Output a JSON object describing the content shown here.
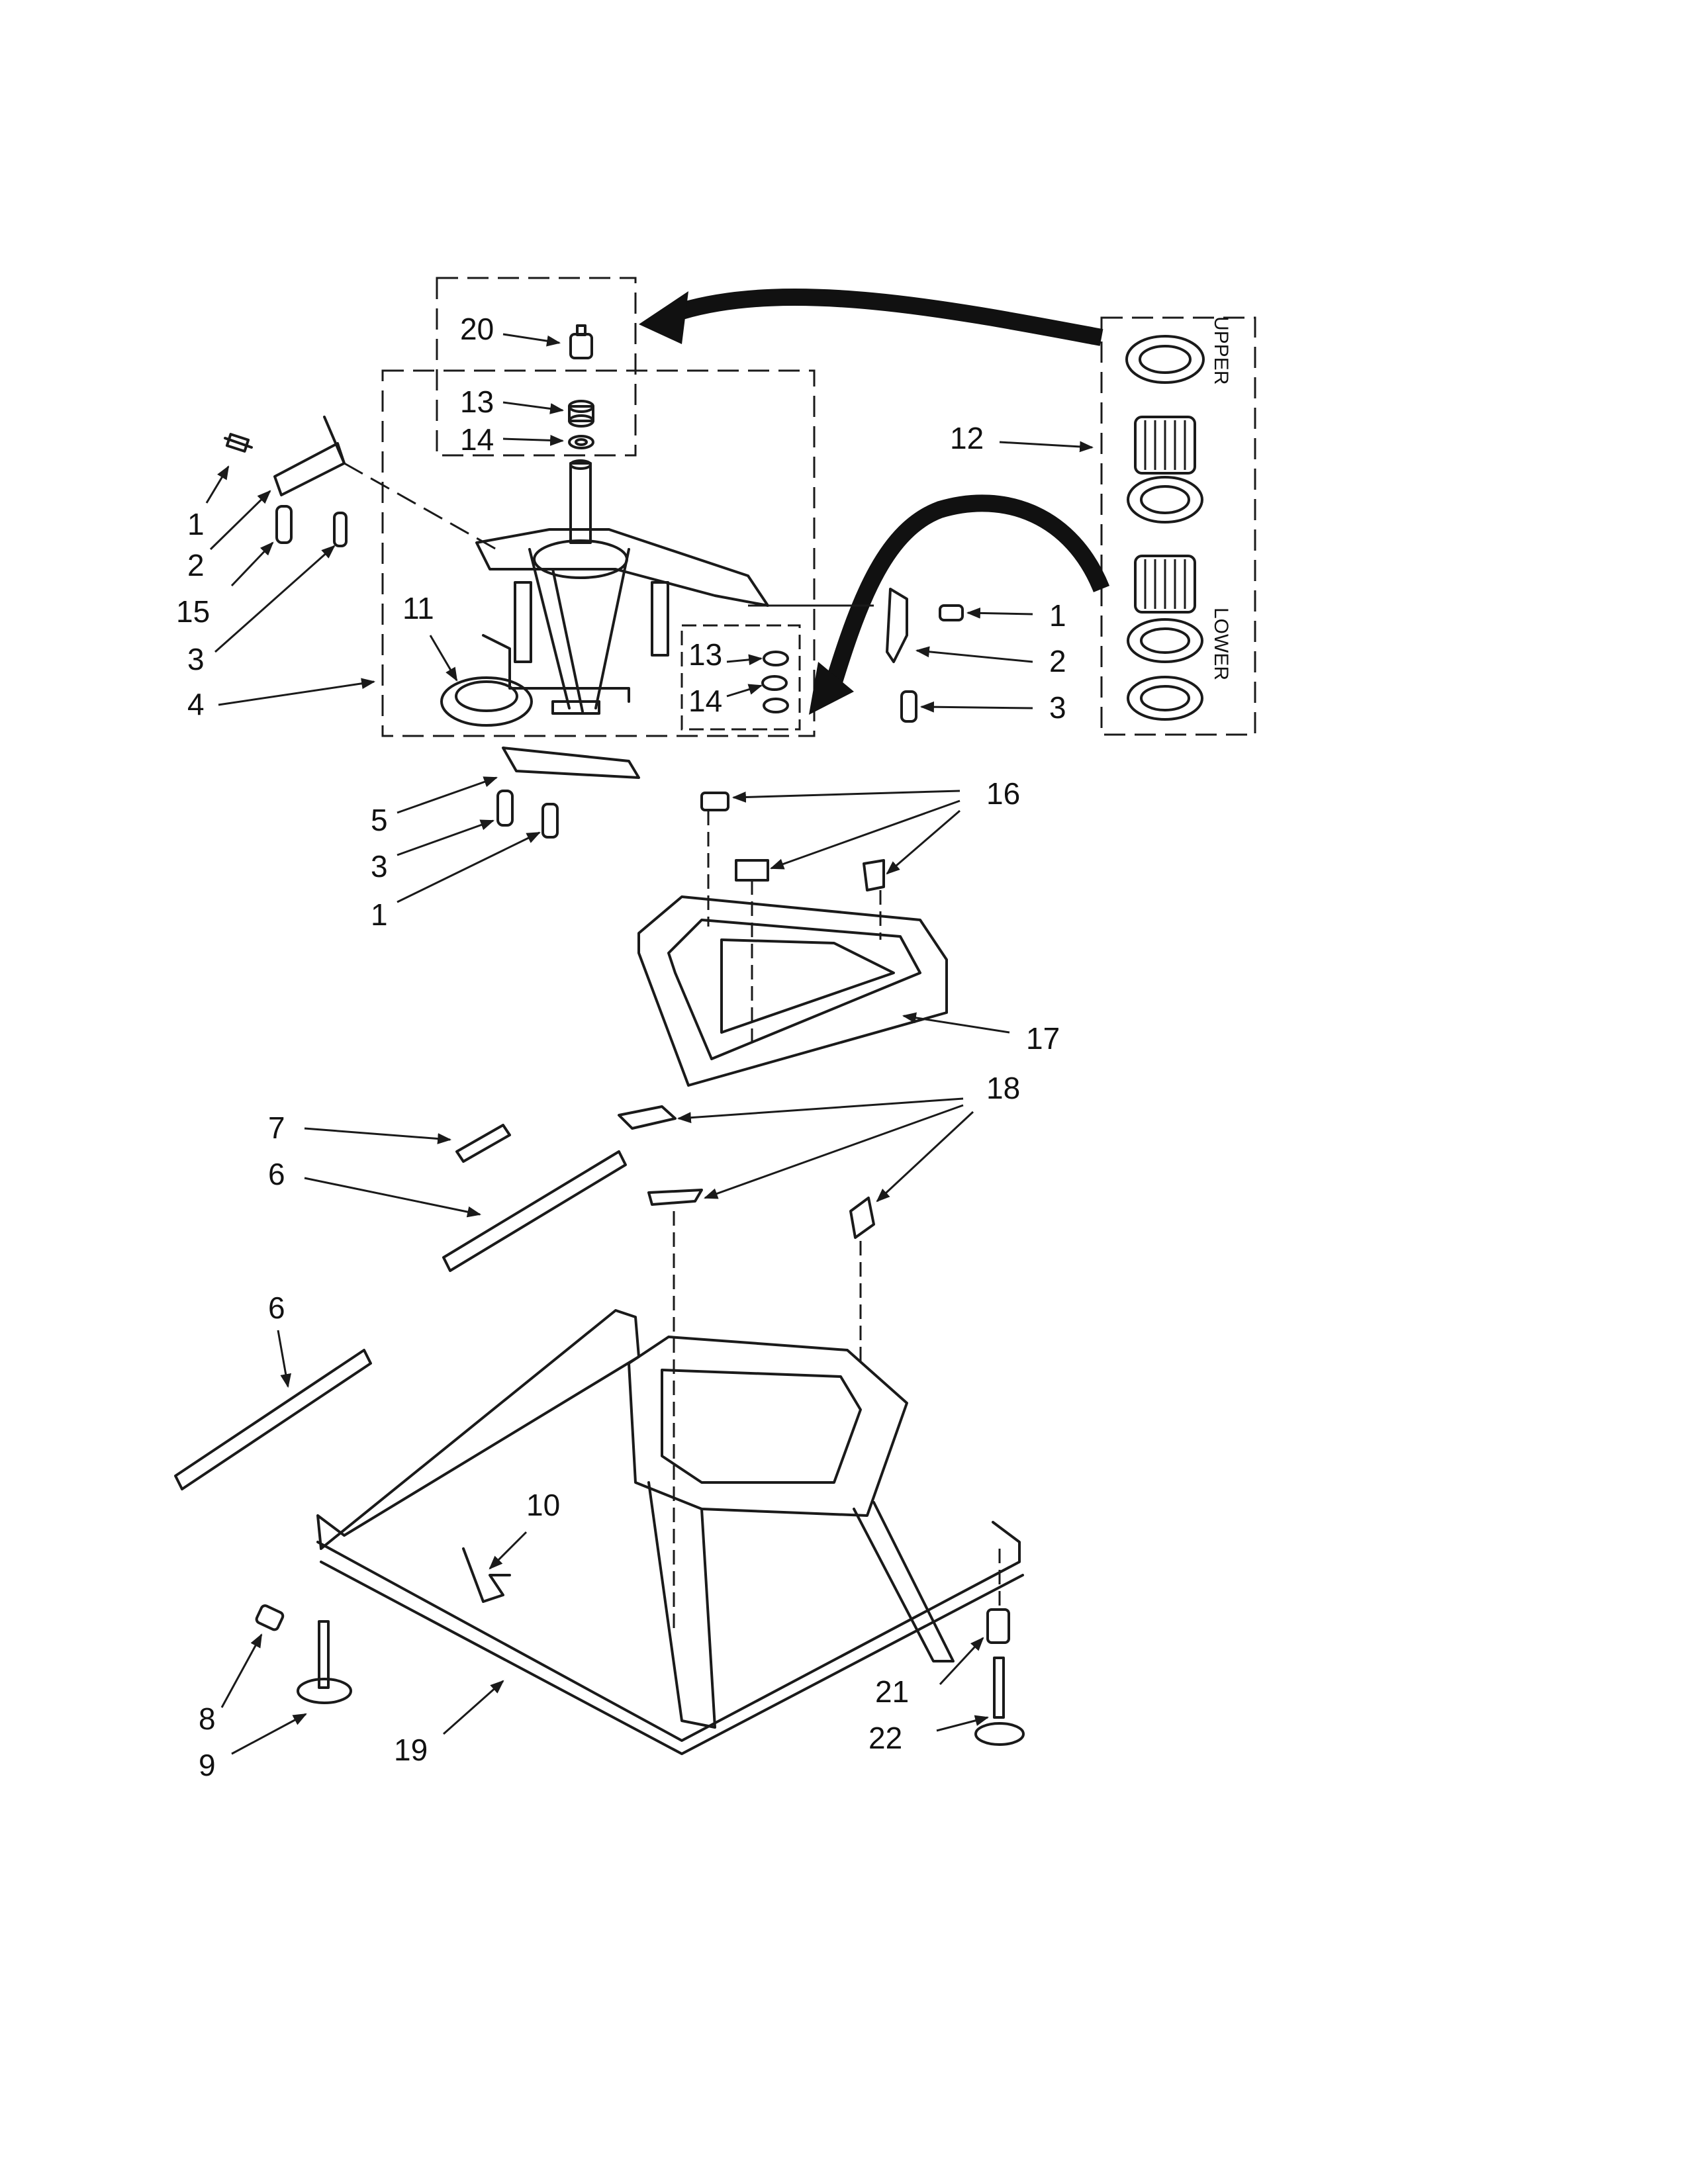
{
  "diagram": {
    "groups": {
      "upper": "UPPER",
      "lower": "LOWER"
    },
    "callouts": {
      "c20": "20",
      "c13a": "13",
      "c14a": "14",
      "c12": "12",
      "c1a": "1",
      "c2a": "2",
      "c15": "15",
      "c3a": "3",
      "c4": "4",
      "c11": "11",
      "c13b": "13",
      "c14b": "14",
      "c1b": "1",
      "c2b": "2",
      "c3b": "3",
      "c5": "5",
      "c3c": "3",
      "c1c": "1",
      "c16": "16",
      "c17": "17",
      "c18": "18",
      "c7": "7",
      "c6a": "6",
      "c6b": "6",
      "c10": "10",
      "c8": "8",
      "c9": "9",
      "c19": "19",
      "c21": "21",
      "c22": "22"
    },
    "icons": [
      "hub-assembly",
      "spring",
      "bracket",
      "bolt",
      "bearing-ring",
      "gear-bushing",
      "suspension-frame",
      "base-frame",
      "leveling-leg",
      "pad",
      "clip",
      "strap"
    ]
  }
}
